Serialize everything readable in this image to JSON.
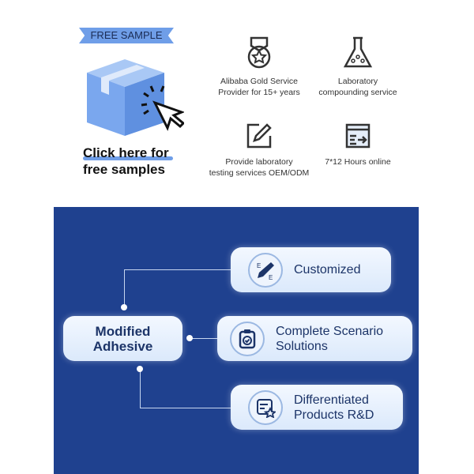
{
  "sample": {
    "ribbon": "FREE SAMPLE",
    "cta_line1": "Click here for",
    "cta_line2": "free samples"
  },
  "features": [
    {
      "icon": "medal-icon",
      "line1": "Alibaba Gold Service",
      "line2": "Provider for 15+ years"
    },
    {
      "icon": "flask-icon",
      "line1": "Laboratory",
      "line2": "compounding service"
    },
    {
      "icon": "edit-icon",
      "line1": "Provide laboratory",
      "line2": "testing services OEM/ODM"
    },
    {
      "icon": "online-icon",
      "line1": "7*12 Hours online",
      "line2": ""
    }
  ],
  "diagram": {
    "center_line1": "Modified",
    "center_line2": "Adhesive",
    "items": [
      {
        "icon": "pencil-ruler-icon",
        "line1": "Customized",
        "line2": ""
      },
      {
        "icon": "clipboard-check-icon",
        "line1": "Complete Scenario",
        "line2": "Solutions"
      },
      {
        "icon": "rd-star-icon",
        "line1": "Differentiated",
        "line2": "Products R&D"
      }
    ]
  },
  "colors": {
    "panel": "#1f418f",
    "accent": "#6f9ee8"
  }
}
